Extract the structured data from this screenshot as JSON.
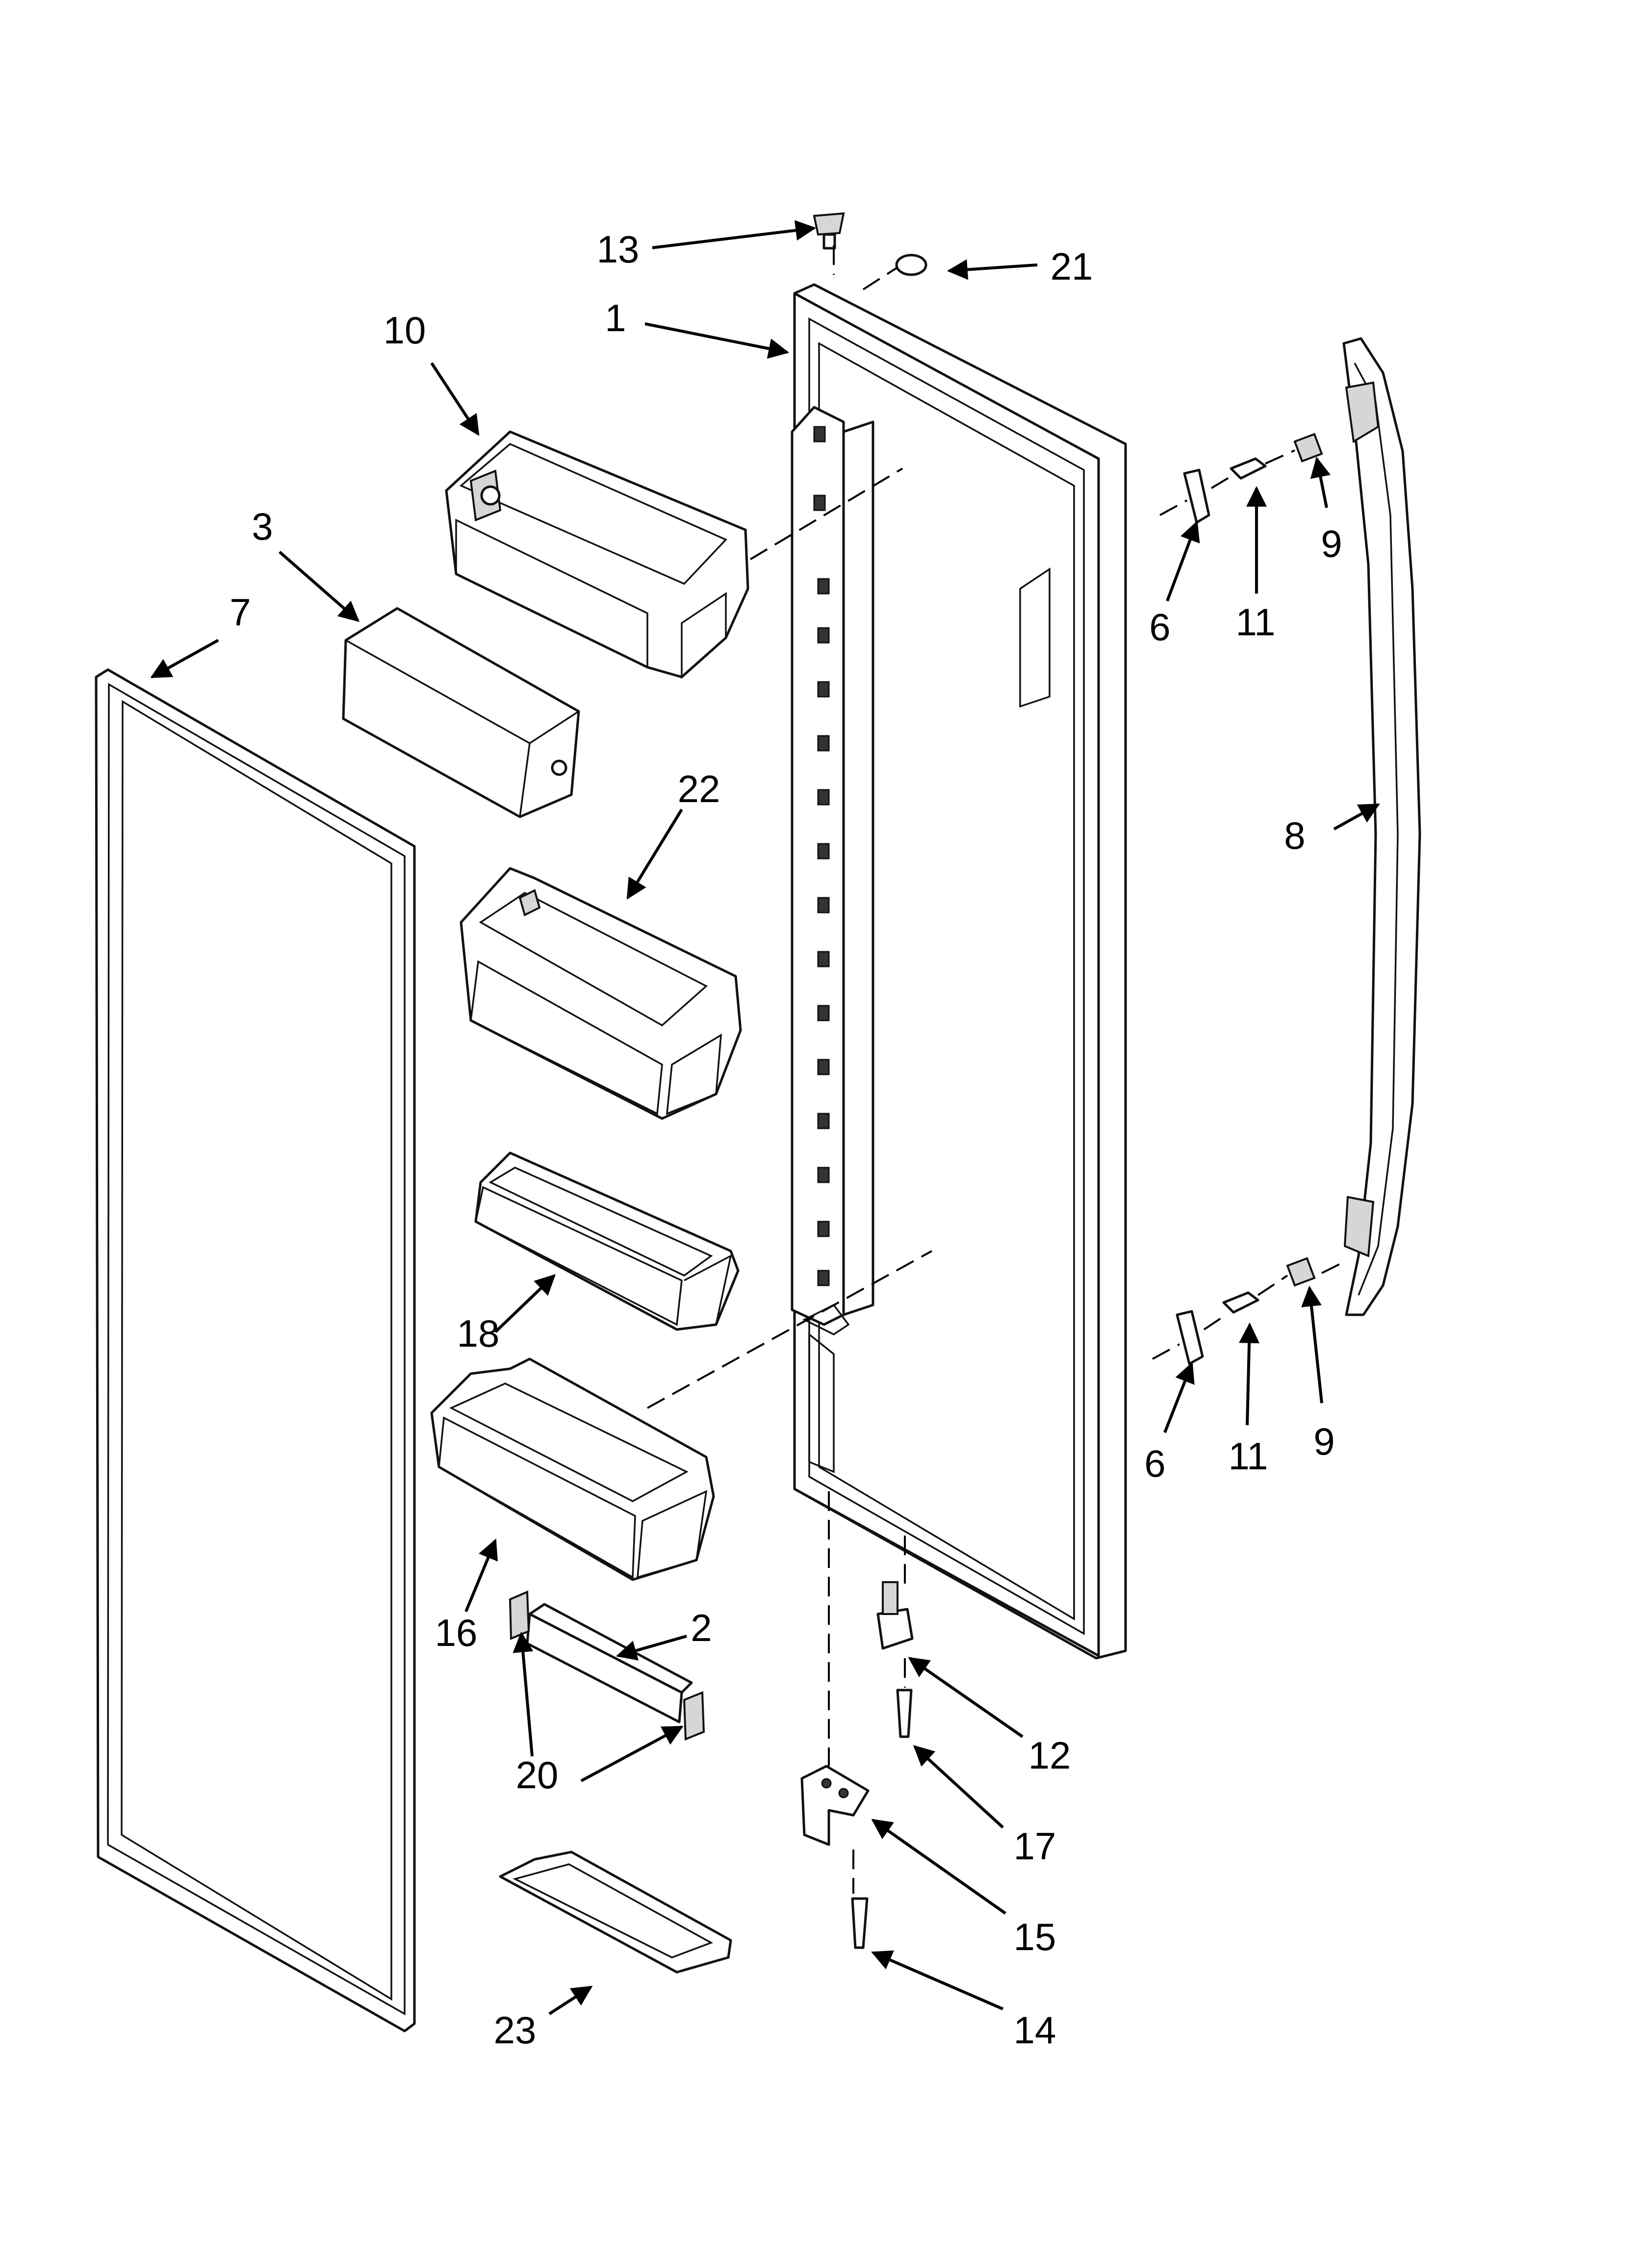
{
  "callouts": [
    {
      "id": "c1",
      "label": "1"
    },
    {
      "id": "c2",
      "label": "2"
    },
    {
      "id": "c3",
      "label": "3"
    },
    {
      "id": "c6a",
      "label": "6"
    },
    {
      "id": "c6b",
      "label": "6"
    },
    {
      "id": "c7",
      "label": "7"
    },
    {
      "id": "c8",
      "label": "8"
    },
    {
      "id": "c9a",
      "label": "9"
    },
    {
      "id": "c9b",
      "label": "9"
    },
    {
      "id": "c10",
      "label": "10"
    },
    {
      "id": "c11a",
      "label": "11"
    },
    {
      "id": "c11b",
      "label": "11"
    },
    {
      "id": "c12",
      "label": "12"
    },
    {
      "id": "c13",
      "label": "13"
    },
    {
      "id": "c14",
      "label": "14"
    },
    {
      "id": "c15",
      "label": "15"
    },
    {
      "id": "c16",
      "label": "16"
    },
    {
      "id": "c17",
      "label": "17"
    },
    {
      "id": "c18",
      "label": "18"
    },
    {
      "id": "c20",
      "label": "20"
    },
    {
      "id": "c21",
      "label": "21"
    },
    {
      "id": "c22",
      "label": "22"
    },
    {
      "id": "c23",
      "label": "23"
    }
  ]
}
